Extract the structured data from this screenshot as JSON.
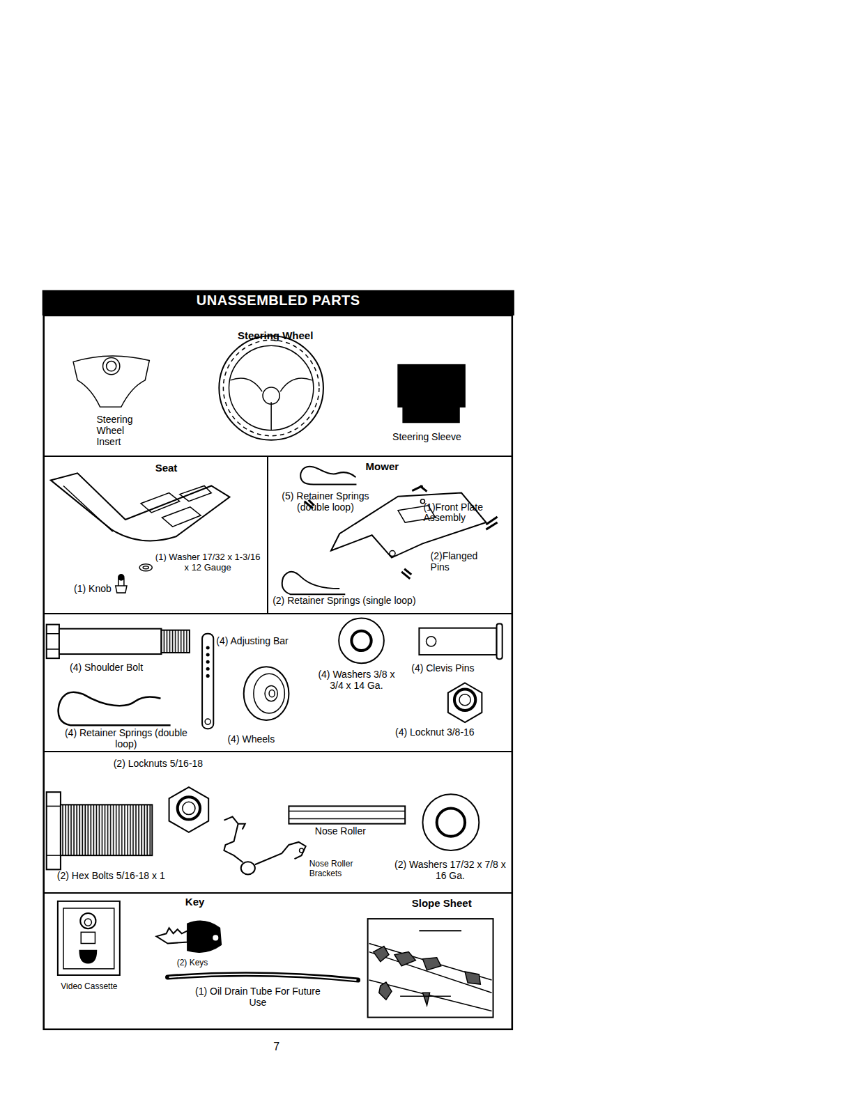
{
  "diagram": {
    "title": "UNASSEMBLED PARTS",
    "nodes": [
      {
        "text": [
          "Steering Wheel",
          "Steering Wheel Insert",
          "Steering Sleeve"
        ]
      },
      {
        "text": [
          "Seat",
          "(1) Washer 17/32 x 1-3/16 x 12 Gauge",
          "(1) Knob"
        ]
      },
      {
        "text": [
          "Mower",
          "(5) Retainer Springs (double loop)",
          "(1)Front Plate Assembly",
          "(2)Flanged Pins",
          "(2) Retainer Springs (single loop)"
        ]
      },
      {
        "text": [
          "(4) Shoulder Bolt",
          "(4) Adjusting Bar",
          "(4) Washers 3/8 x 3/4 x 14 Ga.",
          "(4) Clevis Pins",
          "(4) Retainer Springs (double loop)",
          "(4) Wheels",
          "(4) Locknut 3/8-16"
        ]
      },
      {
        "text": [
          "(2) Locknuts 5/16-18",
          "Nose Roller",
          "(2) Hex Bolts 5/16-18 x 1",
          "Nose Roller Brackets",
          "(2) Washers 17/32 x 7/8 x 16 Ga."
        ]
      },
      {
        "text": [
          "Key",
          "Slope Sheet",
          "Video Cassette",
          "(2) Keys",
          "(1) Oil Drain Tube For Future Use"
        ]
      }
    ],
    "labels": [
      "7"
    ]
  }
}
